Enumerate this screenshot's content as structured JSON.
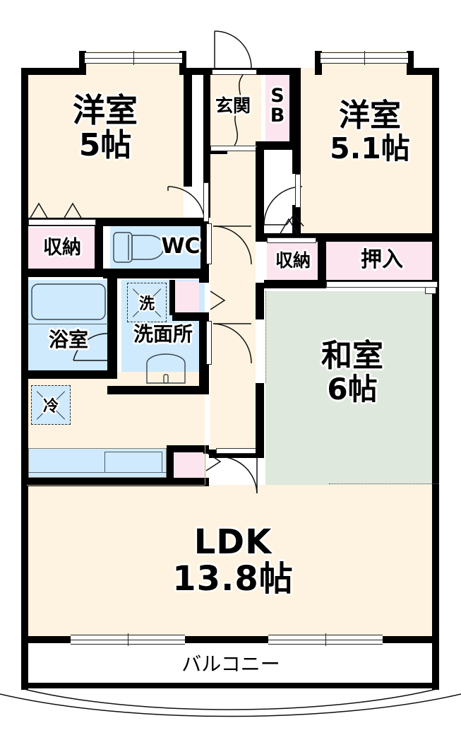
{
  "plan": {
    "kind": "japanese-apartment-floor-plan",
    "colors": {
      "wall": "#000000",
      "room_floor": "#fdf3e0",
      "closet_floor": "#fce5ef",
      "wet_area_floor": "#cfeafc",
      "tatami_floor": "#dfe8dc",
      "balcony_floor": "#ffffff"
    }
  },
  "rooms": {
    "western_room_a": {
      "name": "洋室",
      "size": "5帖"
    },
    "western_room_b": {
      "name": "洋室",
      "size": "5.1帖"
    },
    "japanese_room": {
      "name": "和室",
      "size": "6帖"
    },
    "ldk": {
      "name": "LDK",
      "size": "13.8帖"
    },
    "entrance": {
      "name": "玄関"
    },
    "shoe_box": {
      "name": "SB"
    },
    "toilet": {
      "name": "WC"
    },
    "bathroom": {
      "name": "浴室"
    },
    "washroom": {
      "name": "洗面所"
    },
    "balcony": {
      "name": "バルコニー"
    }
  },
  "storage": {
    "closet_left": {
      "name": "収納"
    },
    "closet_right": {
      "name": "収納"
    },
    "oshiire": {
      "name": "押入"
    }
  },
  "appliances": {
    "washer": {
      "name": "洗"
    },
    "refrigerator": {
      "name": "冷"
    }
  }
}
